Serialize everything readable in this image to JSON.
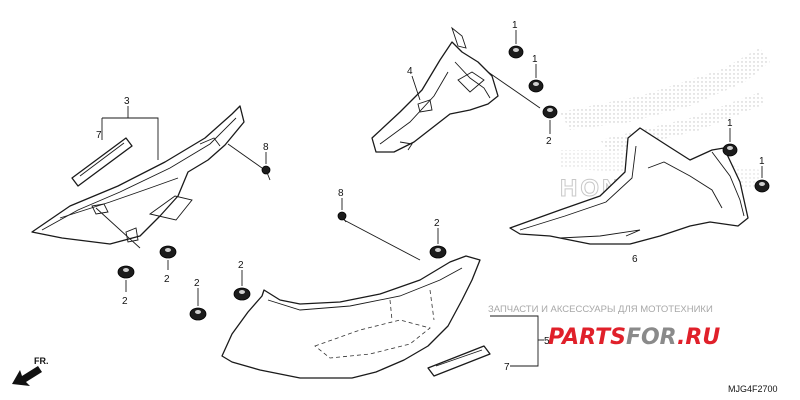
{
  "diagram": {
    "code": "MJG4F2700",
    "direction_label": "FR.",
    "callouts": [
      {
        "id": "c1a",
        "label": "1"
      },
      {
        "id": "c1b",
        "label": "1"
      },
      {
        "id": "c1c",
        "label": "1"
      },
      {
        "id": "c1d",
        "label": "1"
      },
      {
        "id": "c2a",
        "label": "2"
      },
      {
        "id": "c2b",
        "label": "2"
      },
      {
        "id": "c2c",
        "label": "2"
      },
      {
        "id": "c2d",
        "label": "2"
      },
      {
        "id": "c2e",
        "label": "2"
      },
      {
        "id": "c2f",
        "label": "2"
      },
      {
        "id": "c3",
        "label": "3"
      },
      {
        "id": "c4",
        "label": "4"
      },
      {
        "id": "c5",
        "label": "5"
      },
      {
        "id": "c6",
        "label": "6"
      },
      {
        "id": "c7a",
        "label": "7"
      },
      {
        "id": "c7b",
        "label": "7"
      },
      {
        "id": "c8a",
        "label": "8"
      },
      {
        "id": "c8b",
        "label": "8"
      }
    ]
  },
  "watermark": {
    "text": "ЗАПЧАСТИ И АКСЕССУАРЫ ДЛЯ МОТОТЕХНИКИ",
    "brand_part1": "PARTS",
    "brand_part2": "FOR",
    "brand_part3": ".RU",
    "background_mark": "HONDA",
    "brand_color": "#e0202a"
  }
}
